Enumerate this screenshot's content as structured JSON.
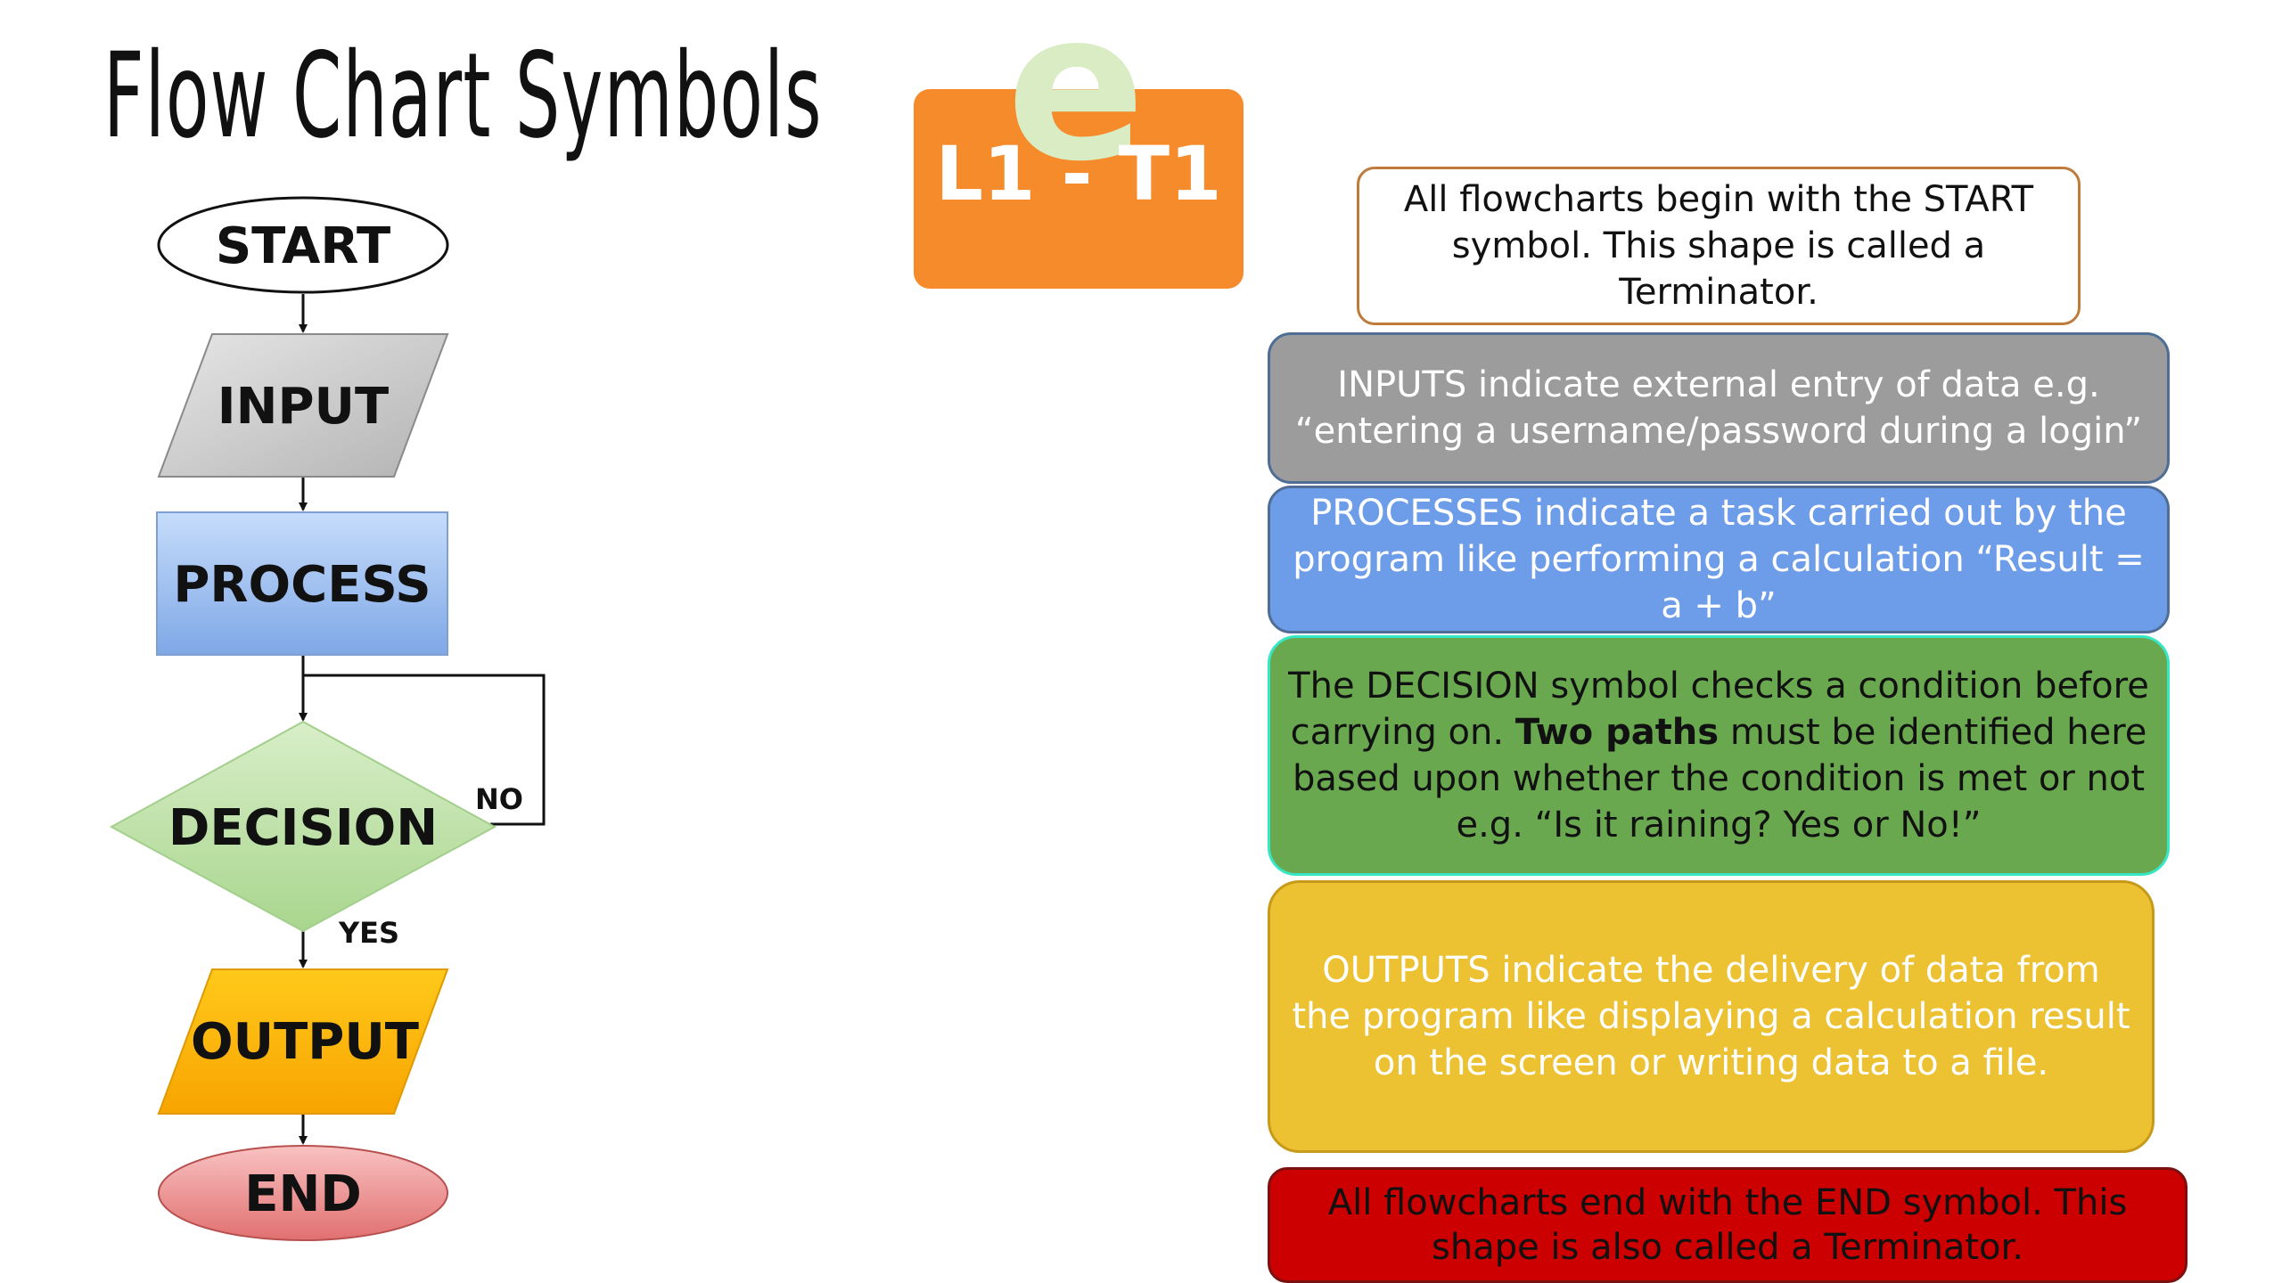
{
  "title": "Flow Chart Symbols",
  "logo": {
    "letter": "e",
    "text": "L1 - T1"
  },
  "flowchart": {
    "start": "START",
    "input": "INPUT",
    "process": "PROCESS",
    "decision": "DECISION",
    "no_label": "NO",
    "yes_label": "YES",
    "output": "OUTPUT",
    "end": "END"
  },
  "descriptions": {
    "start": "All flowcharts begin with the START symbol. This shape is called a Terminator.",
    "input": "INPUTS indicate external entry of data e.g. “entering a username/password during a login”",
    "process": "PROCESSES indicate a task carried out by the program like performing a calculation “Result = a + b”",
    "decision_before": "The DECISION symbol checks a condition before carrying on.",
    "decision_bold": "Two paths",
    "decision_after": "must be identified here based upon whether the condition is met or not e.g. “Is it raining? Yes or No!”",
    "output": "OUTPUTS indicate the delivery of data from the program like displaying a calculation result on the screen or writing data to a file.",
    "end": "All flowcharts end with the END symbol. This shape is also called a Terminator."
  },
  "colors": {
    "logo_orange": "#f58b2b",
    "input_gray": "#9c9c9c",
    "process_blue": "#6d9ce8",
    "decision_green": "#69a84f",
    "output_yellow": "#ecc132",
    "end_red": "#cc0000"
  }
}
